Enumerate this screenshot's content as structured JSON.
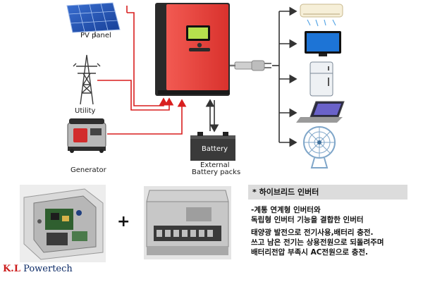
{
  "labels": {
    "pv_panel": "PV panel",
    "utility": "Utility",
    "generator": "Generator",
    "battery": "Battery",
    "external_line1": "External",
    "external_line2": "Battery packs",
    "plus": "+"
  },
  "info_box": {
    "title": "* 하이브리드 인버터",
    "line1": "-계통 연계형 인버터와",
    "line2": "독립형 인버터 기능을 결합한 인버터",
    "line3": "태양광 발전으로 전기사용,배터리 충전.",
    "line4": "쓰고 남은 전기는 상용전원으로 되돌려주며",
    "line5": "배터리전압 부족시 AC전원으로 충전."
  },
  "brand": {
    "kl": "K.L",
    "name": "Powertech"
  },
  "colors": {
    "inverter_body": "#e8413c",
    "inverter_dark": "#2a2a2a",
    "wire_red": "#d81e1e",
    "wire_dark": "#333333",
    "brand_red": "#cc1b1b",
    "brand_navy": "#0c2a66"
  },
  "icons": [
    "solar-panel-icon",
    "power-tower-icon",
    "generator-icon",
    "inverter-icon",
    "plug-icon",
    "battery-icon",
    "air-conditioner-icon",
    "tv-icon",
    "refrigerator-icon",
    "laptop-icon",
    "fan-icon"
  ]
}
